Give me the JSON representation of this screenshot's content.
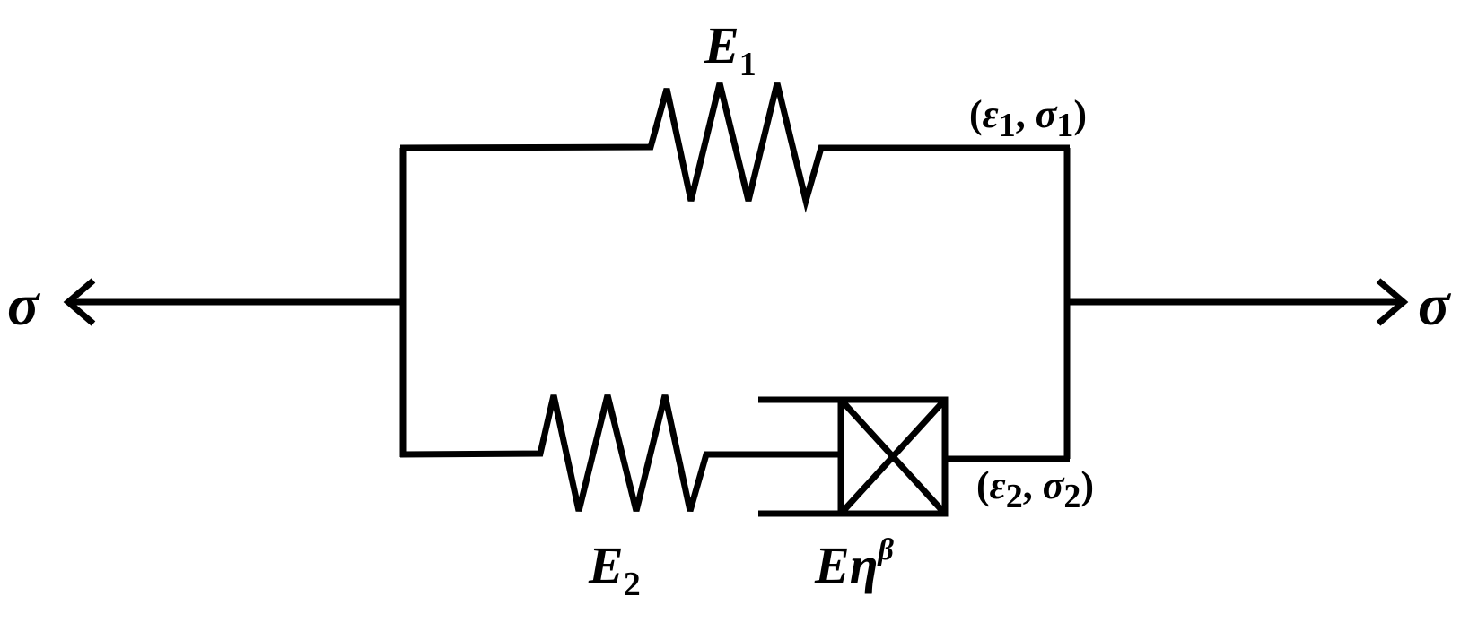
{
  "diagram": {
    "stress_left": "σ",
    "stress_right": "σ",
    "spring_top": {
      "symbol": "E",
      "subscript": "1"
    },
    "spring_bottom": {
      "symbol": "E",
      "subscript": "2"
    },
    "dashpot": {
      "symbol": "E",
      "greek": "η",
      "superscript": "β"
    },
    "point_top": {
      "open": "(",
      "eps": "ε",
      "eps_sub": "1",
      "comma": ", ",
      "sig": "σ",
      "sig_sub": "1",
      "close": ")"
    },
    "point_bottom": {
      "open": "(",
      "eps": "ε",
      "eps_sub": "2",
      "comma": ", ",
      "sig": "σ",
      "sig_sub": "2",
      "close": ")"
    },
    "colors": {
      "stroke": "#000000",
      "background": "#ffffff"
    }
  }
}
